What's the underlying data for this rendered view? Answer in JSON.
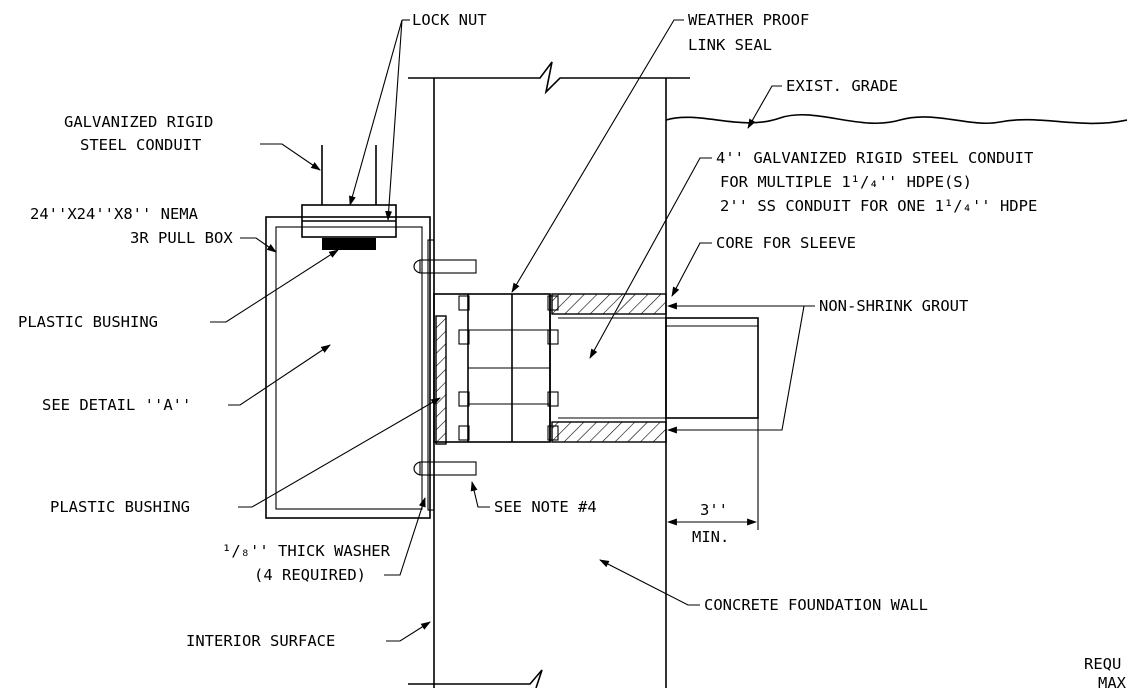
{
  "labels": {
    "lock_nut": "LOCK NUT",
    "weather_proof_1": "WEATHER PROOF",
    "weather_proof_2": "LINK SEAL",
    "exist_grade": "EXIST. GRADE",
    "galv_rigid_1": "GALVANIZED RIGID",
    "galv_rigid_2": "STEEL CONDUIT",
    "nema_1": "24''X24''X8'' NEMA",
    "nema_2": "3R PULL BOX",
    "conduit_4in_1": "4'' GALVANIZED RIGID STEEL CONDUIT",
    "conduit_4in_2": "FOR MULTIPLE 1¹/₄'' HDPE(S)",
    "conduit_4in_3": "2'' SS CONDUIT FOR ONE 1¹/₄'' HDPE",
    "core_sleeve": "CORE FOR SLEEVE",
    "plastic_bushing_top": "PLASTIC BUSHING",
    "non_shrink": "NON-SHRINK GROUT",
    "see_detail": "SEE DETAIL ''A''",
    "plastic_bushing_bottom": "PLASTIC BUSHING",
    "see_note": "SEE NOTE #4",
    "dim_value": "3''",
    "dim_min": "MIN.",
    "washer_1": "¹/₈'' THICK WASHER",
    "washer_2": "(4 REQUIRED)",
    "concrete_wall": "CONCRETE FOUNDATION WALL",
    "interior_surface": "INTERIOR SURFACE",
    "cut_req": "REQU",
    "cut_max": "MAX"
  }
}
